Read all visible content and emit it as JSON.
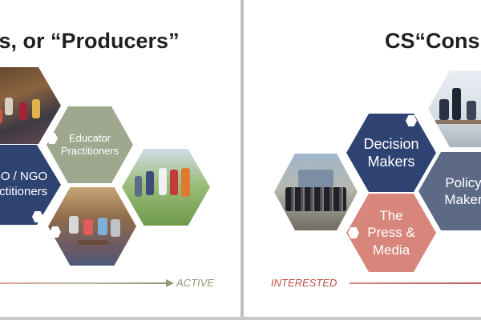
{
  "left_slide": {
    "title": "rs, or “Producers”",
    "hexagons": {
      "educator": [
        "Educator",
        "Practitioners"
      ],
      "cso": [
        "SO / NGO",
        "actitioners"
      ]
    },
    "axis_end_label": "ACTIVE"
  },
  "right_slide": {
    "title": "CS“Consu",
    "hexagons": {
      "decision": [
        "Decision",
        "Makers"
      ],
      "press": [
        "The",
        "Press &",
        "Media"
      ],
      "policy": [
        "Policy",
        "Maker"
      ]
    },
    "axis_start_label": "INTERESTED"
  },
  "colors": {
    "navy": "#2f4372",
    "sage": "#9fa88e",
    "salmon": "#d8867c",
    "slate": "#5d6a86",
    "green_arrow": "#8f9a74",
    "red_arrow": "#c0504d"
  },
  "icons": {
    "photo_hexagons": "photo-hexagon"
  }
}
